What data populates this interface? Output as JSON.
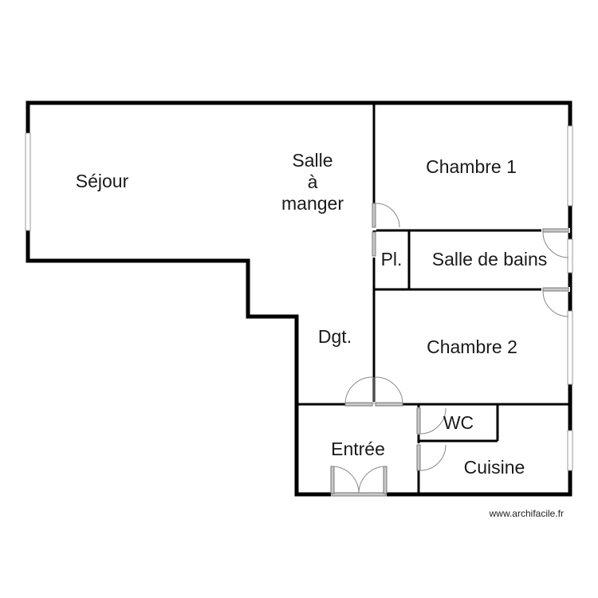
{
  "rooms": {
    "sejour": "Séjour",
    "salle_a_manger_line1": "Salle",
    "salle_a_manger_line2": "à",
    "salle_a_manger_line3": "manger",
    "chambre1": "Chambre 1",
    "placard": "Pl.",
    "salle_de_bains": "Salle de bains",
    "degagement": "Dgt.",
    "chambre2": "Chambre 2",
    "wc": "WC",
    "entree": "Entrée",
    "cuisine": "Cuisine"
  },
  "watermark": "www.archifacile.fr",
  "colors": {
    "wall": "#000000",
    "door": "#c8c8c8",
    "background": "#ffffff"
  }
}
